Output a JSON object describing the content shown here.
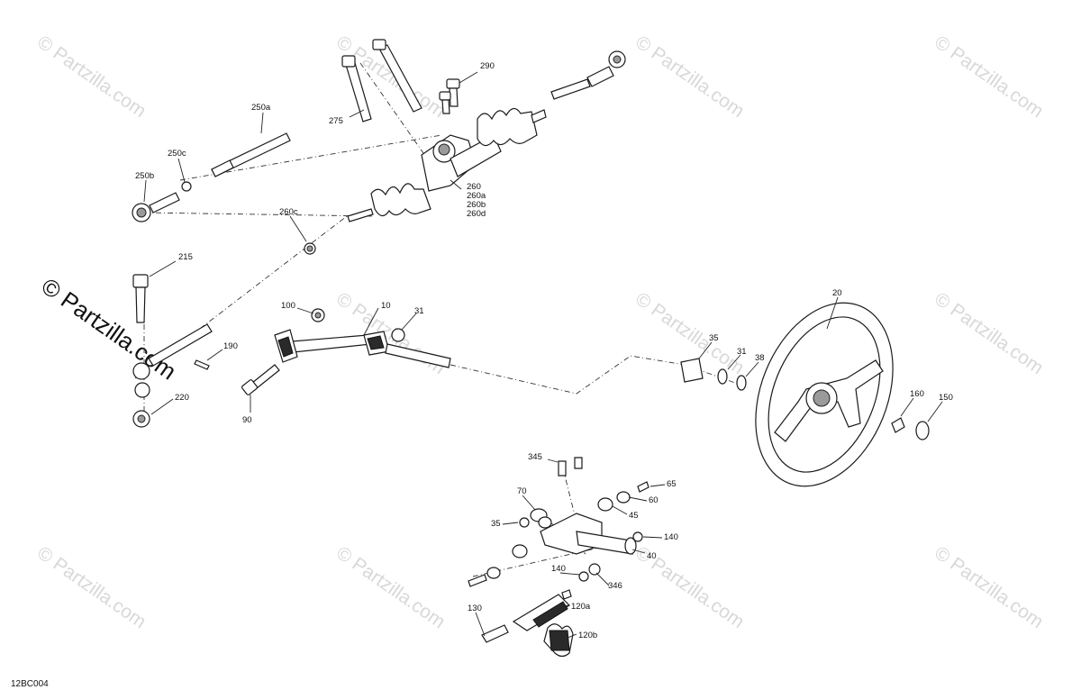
{
  "watermarks": {
    "grid_text": "© Partzilla.com",
    "large_text": "© Partzilla.com"
  },
  "reference_code": "12BC004",
  "callouts": {
    "c20": "20",
    "c10": "10",
    "c31a": "31",
    "c31b": "31",
    "c35a": "35",
    "c35b": "35",
    "c38": "38",
    "c40": "40",
    "c45": "45",
    "c60": "60",
    "c65": "65",
    "c70": "70",
    "c90": "90",
    "c100": "100",
    "c120a": "120a",
    "c120b": "120b",
    "c130": "130",
    "c140a": "140",
    "c140b": "140",
    "c150": "150",
    "c160": "160",
    "c190": "190",
    "c215": "215",
    "c220": "220",
    "c250a": "250a",
    "c250b": "250b",
    "c250c": "250c",
    "c260": "260",
    "c260a": "260a",
    "c260b": "260b",
    "c260d": "260d",
    "c260c": "260c",
    "c275": "275",
    "c290": "290",
    "c345": "345",
    "c346": "346"
  }
}
